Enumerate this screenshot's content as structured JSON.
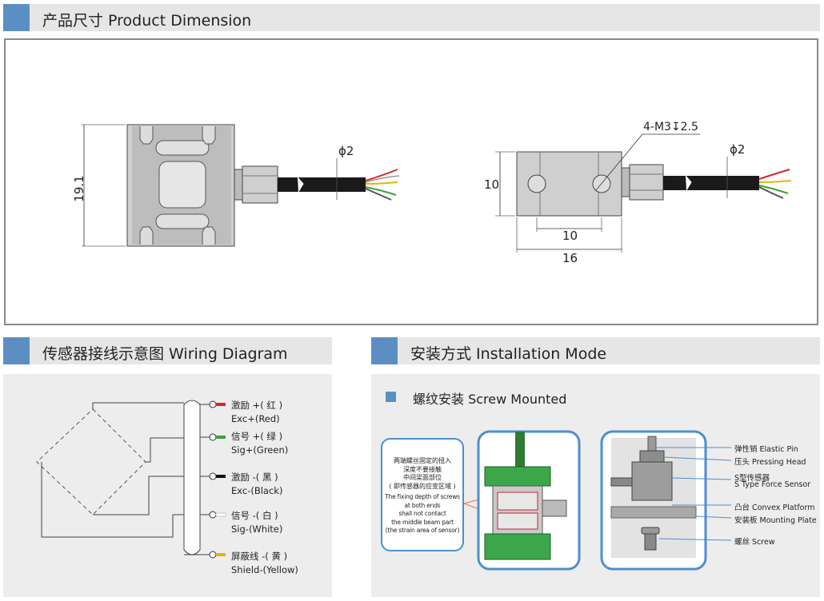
{
  "sections": {
    "dimension": "产品尺寸 Product Dimension",
    "wiring": "传感器接线示意图 Wiring Diagram",
    "installation": "安装方式 Installation Mode"
  },
  "dimension": {
    "height": "19.1",
    "cable_dia_1": "ϕ2",
    "cable_dia_2": "ϕ2",
    "side_height": "10",
    "hole_pitch": "10",
    "width": "16",
    "thread_callout": "4-M3↧2.5"
  },
  "wiring": [
    {
      "cn": "激励 +( 红 )",
      "en": "Exc+(Red)",
      "color": "#d22a2a"
    },
    {
      "cn": "信号 +( 绿 )",
      "en": "Sig+(Green)",
      "color": "#3aa33a"
    },
    {
      "cn": "激励 -( 黑 )",
      "en": "Exc-(Black)",
      "color": "#111111"
    },
    {
      "cn": "信号 -( 白 )",
      "en": "Sig-(White)",
      "color": "#ffffff"
    },
    {
      "cn": "屏蔽线 -( 黄 )",
      "en": "Shield-(Yellow)",
      "color": "#e8b400"
    }
  ],
  "installation": {
    "subtitle": "螺纹安装 Screw Mounted",
    "note_cn": [
      "两端螺丝固定的扭入",
      "深度不要接触",
      "中间梁面部位",
      "( 即传感器的应变区域 )"
    ],
    "note_en": [
      "The fixing depth of screws",
      "at both ends",
      "shall not contact",
      "the middle beam part",
      "(the strain area of sensor)"
    ],
    "parts": [
      "弹性销 Elastic Pin",
      "压头 Pressing Head",
      "S型传感器",
      "S Type Force Sensor",
      "凸台 Convex Platform",
      "安装板 Mounting Plate",
      "螺丝 Screw"
    ]
  },
  "colors": {
    "accent": "#5b8fc4",
    "header_bg": "#e6e6e6",
    "panel_bg": "#ededed"
  }
}
